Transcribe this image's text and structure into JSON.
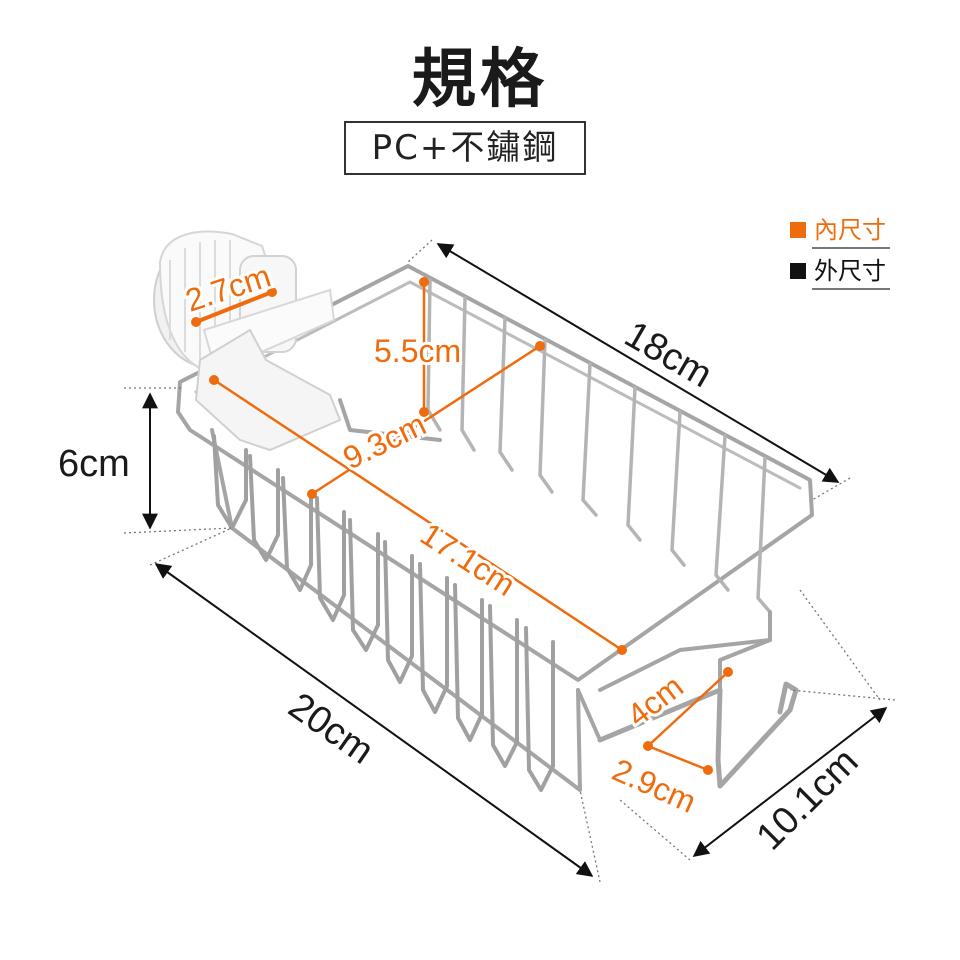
{
  "title": "規格",
  "material": "PC+不鏽鋼",
  "legend": [
    {
      "label": "內尺寸",
      "color": "#ef6c0e"
    },
    {
      "label": "外尺寸",
      "color": "#111111"
    }
  ],
  "inner_dimensions": {
    "clamp_diameter": "2.7cm",
    "height": "5.5cm",
    "width": "9.3cm",
    "length": "17.1cm",
    "hook_length": "4cm",
    "hook_width": "2.9cm"
  },
  "outer_dimensions": {
    "top_length": "18cm",
    "height": "6cm",
    "bottom_length": "20cm",
    "width": "10.1cm"
  },
  "colors": {
    "inner": "#ef6c0e",
    "outer": "#111111",
    "wire": "#9a9a9a"
  }
}
